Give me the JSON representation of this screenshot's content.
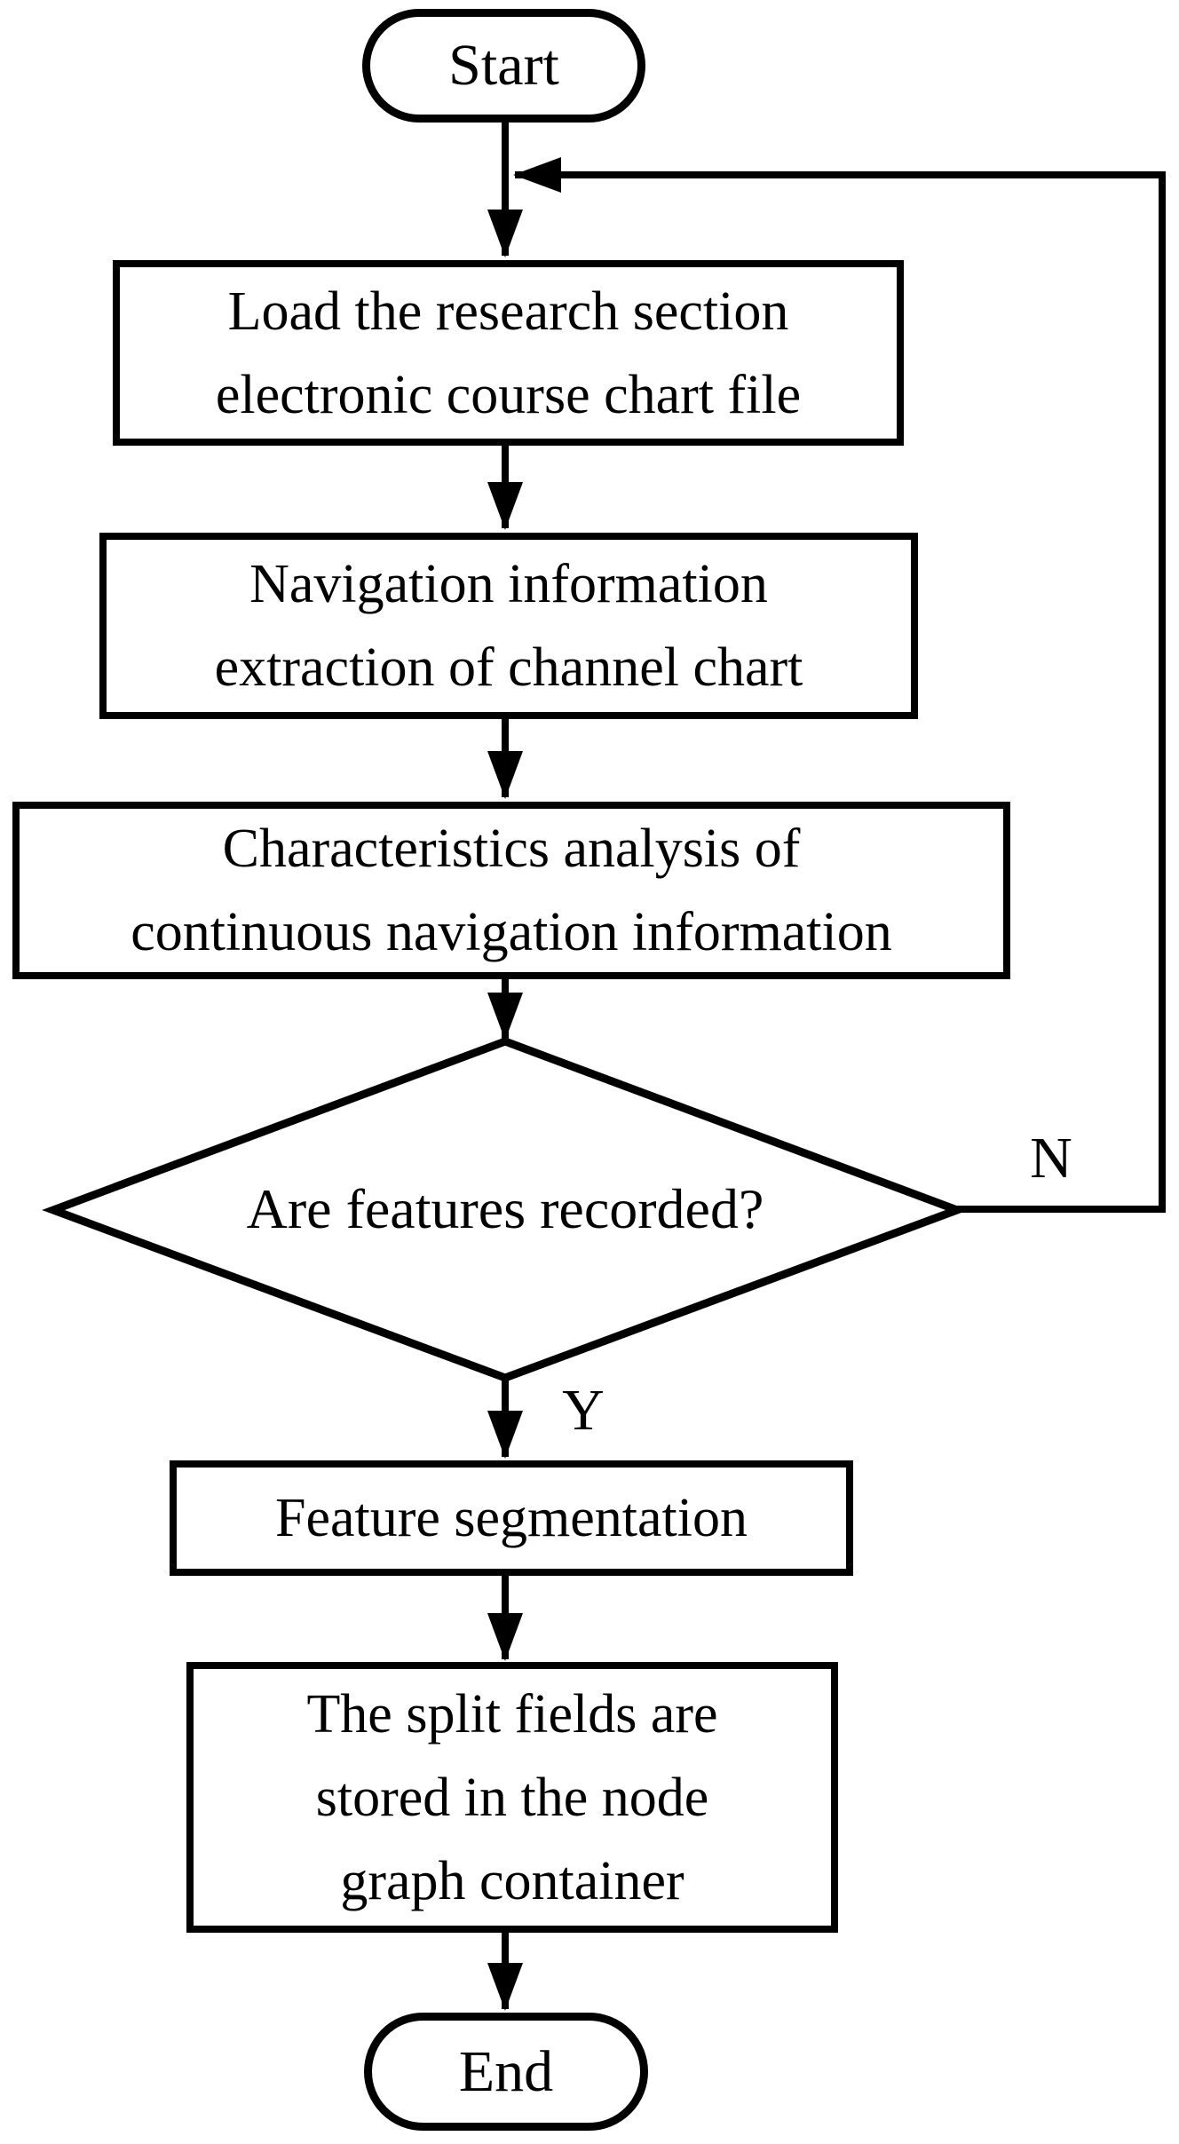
{
  "figure": {
    "type": "flowchart",
    "background": "#ffffff",
    "stroke": "#000000",
    "nodes": {
      "start": {
        "label": "Start"
      },
      "load": {
        "lines": [
          "Load the research section",
          "electronic course chart file"
        ]
      },
      "extract": {
        "lines": [
          "Navigation information",
          "extraction of channel chart"
        ]
      },
      "analyze": {
        "lines": [
          "Characteristics analysis of",
          "continuous navigation information"
        ]
      },
      "decision": {
        "label": "Are features recorded?"
      },
      "segment": {
        "label": "Feature segmentation"
      },
      "store": {
        "lines": [
          "The split fields are",
          "stored in the node",
          "graph container"
        ]
      },
      "end": {
        "label": "End"
      }
    },
    "branch_labels": {
      "no": "N",
      "yes": "Y"
    }
  }
}
